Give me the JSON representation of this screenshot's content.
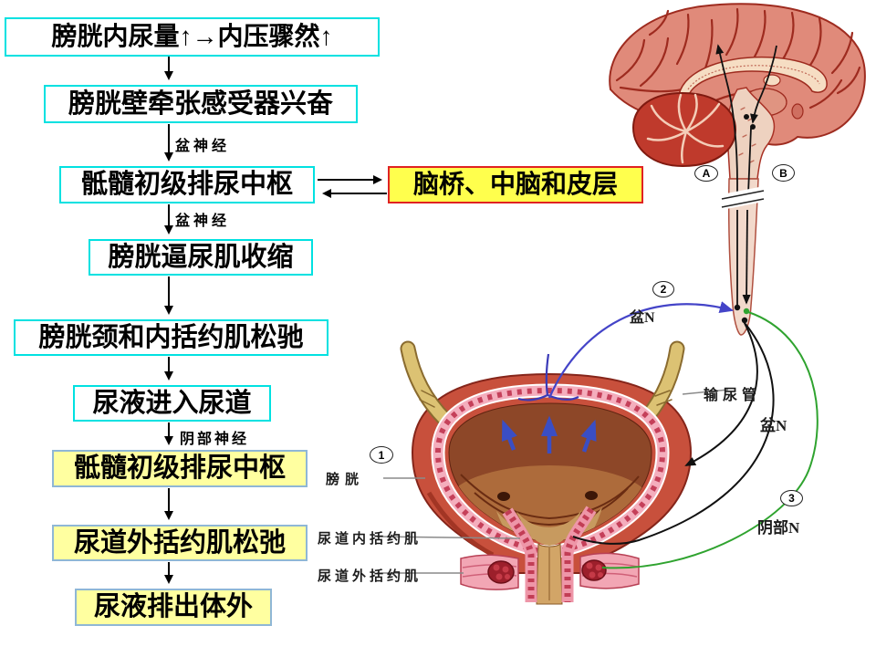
{
  "slide": {
    "colors": {
      "cyan_box_border": "#00e1e1",
      "yellow_box_fill": "#ffffa0",
      "yellow_box_border": "#8fb7d6",
      "side_box_fill": "#ffff4d",
      "side_box_border": "#e02222",
      "afferent_nerve_blue": "#4444c8",
      "pudendal_nerve_green": "#2fa32f",
      "efferent_nerve_black": "#111111",
      "bladder_wall_red": "#c8503c",
      "mucosa_pink": "#f4aebd"
    },
    "flowchart": {
      "boxes": [
        {
          "label": "膀胱内尿量↑→内压骤然↑",
          "style": "cyan"
        },
        {
          "label": "膀胱壁牵张感受器兴奋",
          "style": "cyan"
        },
        {
          "label": "骶髓初级排尿中枢",
          "style": "cyan"
        },
        {
          "label": "膀胱逼尿肌收缩",
          "style": "cyan"
        },
        {
          "label": "膀胱颈和内括约肌松驰",
          "style": "cyan"
        },
        {
          "label": "尿液进入尿道",
          "style": "cyan"
        },
        {
          "label": "骶髓初级排尿中枢",
          "style": "yellow"
        },
        {
          "label": "尿道外括约肌松弛",
          "style": "yellow"
        },
        {
          "label": "尿液排出体外",
          "style": "yellow"
        }
      ],
      "side_box_label": "脑桥、中脑和皮层",
      "edge_labels": {
        "pelvic_nerve_1": "盆神经",
        "pelvic_nerve_2": "盆神经",
        "pudendal_nerve": "阴部神经"
      }
    },
    "illustration": {
      "markers": {
        "n1": "1",
        "n2": "2",
        "n3": "3",
        "a": "A",
        "b": "B"
      },
      "labels": {
        "ureter": "输尿管",
        "pelvic_n_afferent": "盆N",
        "pelvic_n_efferent": "盆N",
        "pudendal_n": "阴部N",
        "bladder": "膀胱",
        "internal_sphincter": "尿道内括约肌",
        "external_sphincter": "尿道外括约肌"
      }
    }
  }
}
